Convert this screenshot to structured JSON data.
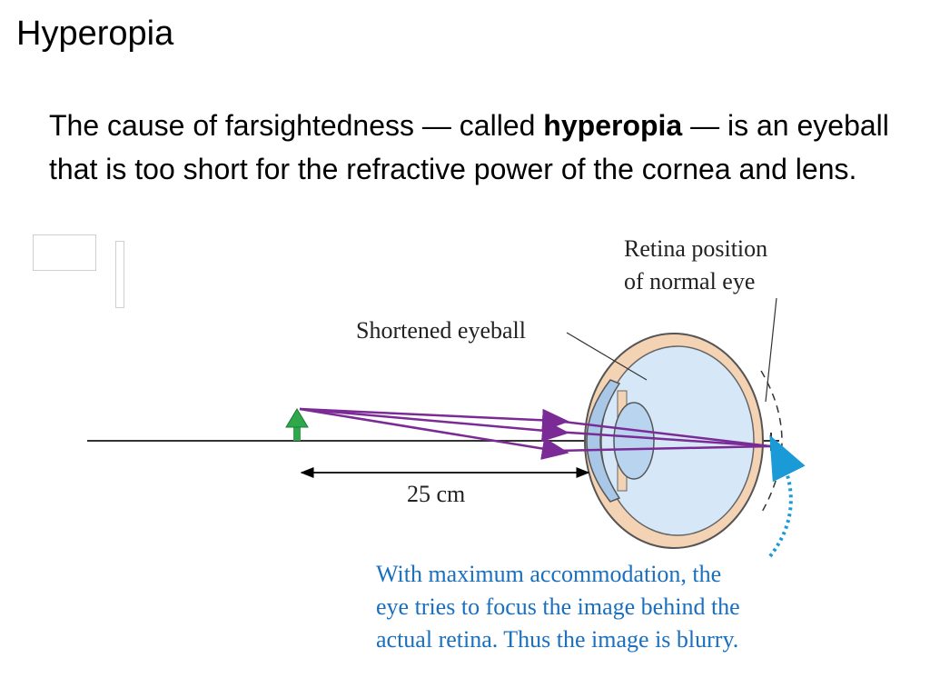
{
  "slide": {
    "title": "Hyperopia",
    "body": {
      "before": "The cause of farsightedness — called ",
      "emphasis": "hyperopia",
      "after": " — is an eyeball that is too short for the refractive power of the cornea and lens."
    }
  },
  "diagram": {
    "label_retina_line1": "Retina position",
    "label_retina_line2": "of normal eye",
    "label_shortened": "Shortened eyeball",
    "label_distance": "25 cm",
    "caption_lines": [
      "With maximum accommodation, the",
      "eye tries to focus the image behind the",
      "actual retina. Thus the image is blurry."
    ],
    "colors": {
      "ray": "#7b2b96",
      "object_arrow": "#2ea84a",
      "caption": "#1a6fbf",
      "dotted_arrow": "#1a9ad6",
      "sclera": "#f4d3b5",
      "eye_interior": "#d6e8f7",
      "lens": "#b9d4ee",
      "cornea": "#a9c8e8"
    }
  }
}
